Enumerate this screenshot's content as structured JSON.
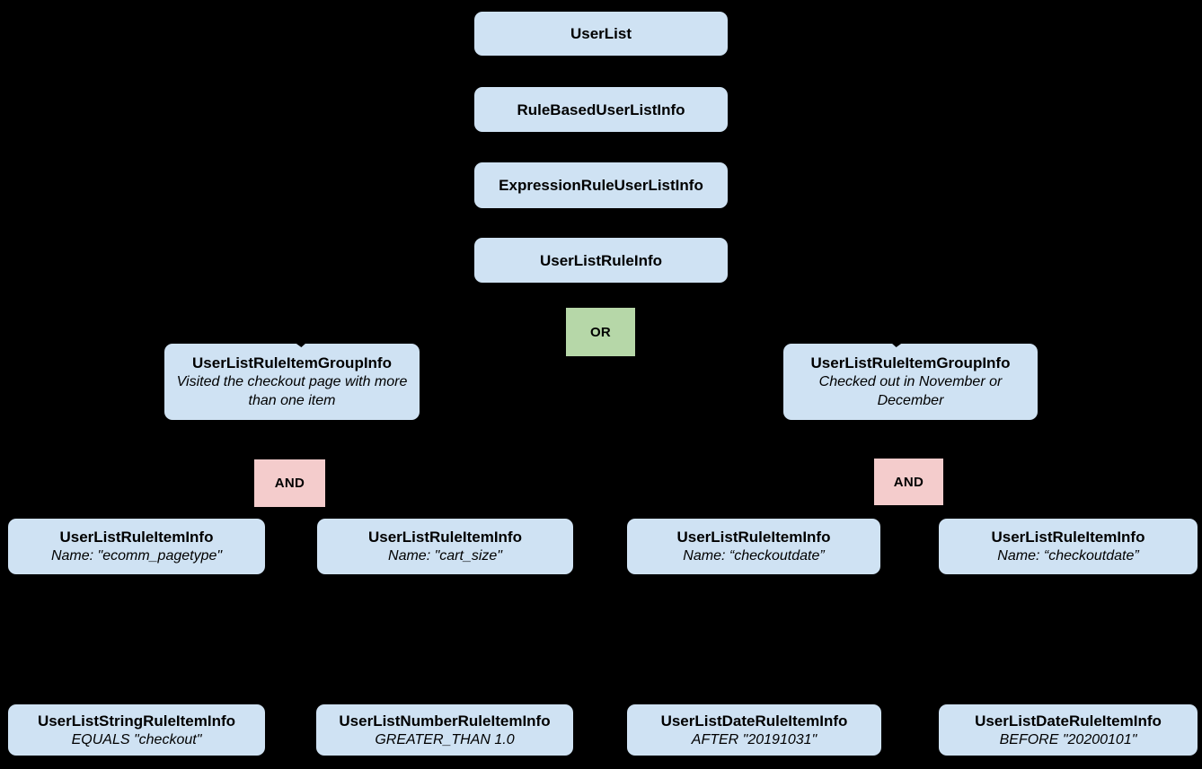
{
  "diagram": {
    "background_color": "#000000",
    "node_fill_color": "#cfe2f3",
    "or_fill_color": "#b6d7a8",
    "and_fill_color": "#f4cccc",
    "text_color": "#000000",
    "nodes": {
      "user_list": {
        "label": "UserList"
      },
      "rule_based_user_list_info": {
        "label": "RuleBasedUserListInfo"
      },
      "expression_rule_user_list_info": {
        "label": "ExpressionRuleUserListInfo"
      },
      "user_list_rule_info": {
        "label": "UserListRuleInfo"
      },
      "or_operator": {
        "label": "OR"
      },
      "group_left": {
        "label": "UserListRuleItemGroupInfo",
        "description": "Visited the checkout page with more than one item"
      },
      "group_right": {
        "label": "UserListRuleItemGroupInfo",
        "description": "Checked out in November or December"
      },
      "and_left": {
        "label": "AND"
      },
      "and_right": {
        "label": "AND"
      },
      "rule_item_1": {
        "label": "UserListRuleItemInfo",
        "description": "Name: \"ecomm_pagetype\""
      },
      "rule_item_2": {
        "label": "UserListRuleItemInfo",
        "description": "Name: \"cart_size\""
      },
      "rule_item_3": {
        "label": "UserListRuleItemInfo",
        "description": "Name: “checkoutdate”"
      },
      "rule_item_4": {
        "label": "UserListRuleItemInfo",
        "description": "Name: “checkoutdate”"
      },
      "leaf_string": {
        "label": "UserListStringRuleItemInfo",
        "description": "EQUALS \"checkout\""
      },
      "leaf_number": {
        "label": "UserListNumberRuleItemInfo",
        "description": "GREATER_THAN 1.0"
      },
      "leaf_date_after": {
        "label": "UserListDateRuleItemInfo",
        "description": "AFTER \"20191031\""
      },
      "leaf_date_before": {
        "label": "UserListDateRuleItemInfo",
        "description": "BEFORE \"20200101\""
      }
    }
  }
}
